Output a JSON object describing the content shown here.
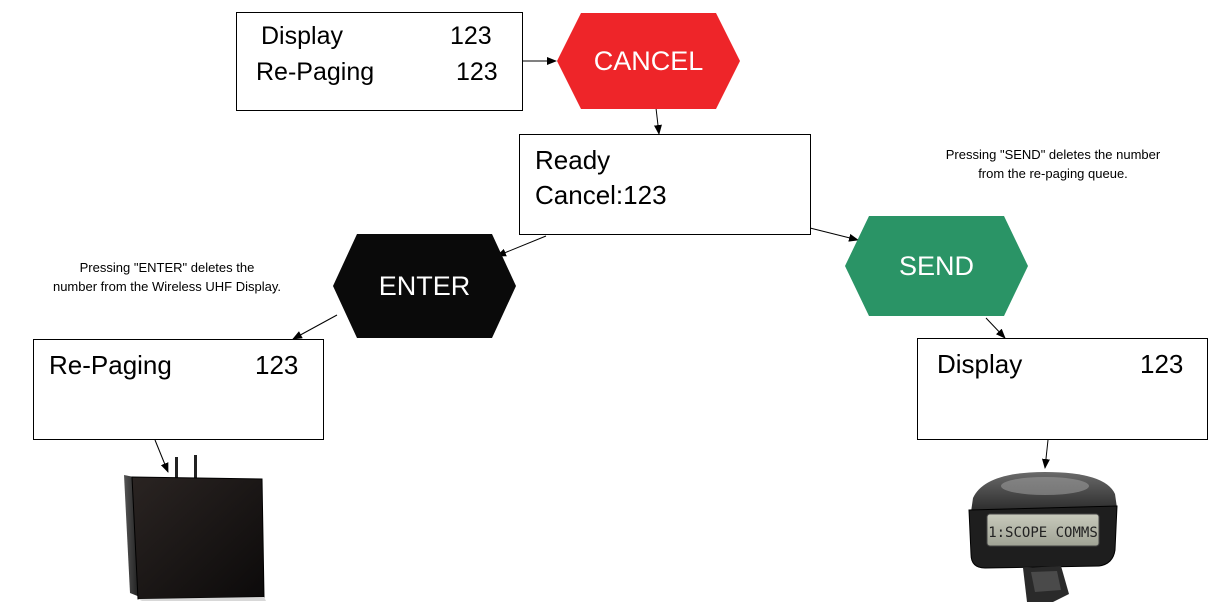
{
  "boxes": {
    "top": {
      "line1_label": "Display",
      "line1_value": "123",
      "line2_label": "Re-Paging",
      "line2_value": "123"
    },
    "middle": {
      "line1": "Ready",
      "line2": "Cancel:123"
    },
    "left": {
      "label": "Re-Paging",
      "value": "123"
    },
    "right": {
      "label": "Display",
      "value": "123"
    }
  },
  "buttons": {
    "cancel": {
      "label": "CANCEL",
      "color": "#ee2529"
    },
    "enter": {
      "label": "ENTER",
      "color": "#0a0a0a"
    },
    "send": {
      "label": "SEND",
      "color": "#2a9466"
    }
  },
  "notes": {
    "send_line1": "Pressing \"SEND\" deletes the number",
    "send_line2": "from the re-paging queue.",
    "enter_line1": "Pressing \"ENTER\" deletes the",
    "enter_line2": "number from the Wireless UHF Display."
  },
  "devices": {
    "display_panel": "wireless-uhf-display-image",
    "pager": "pager-image",
    "pager_screen_text": "1:SCOPE COMMS"
  }
}
